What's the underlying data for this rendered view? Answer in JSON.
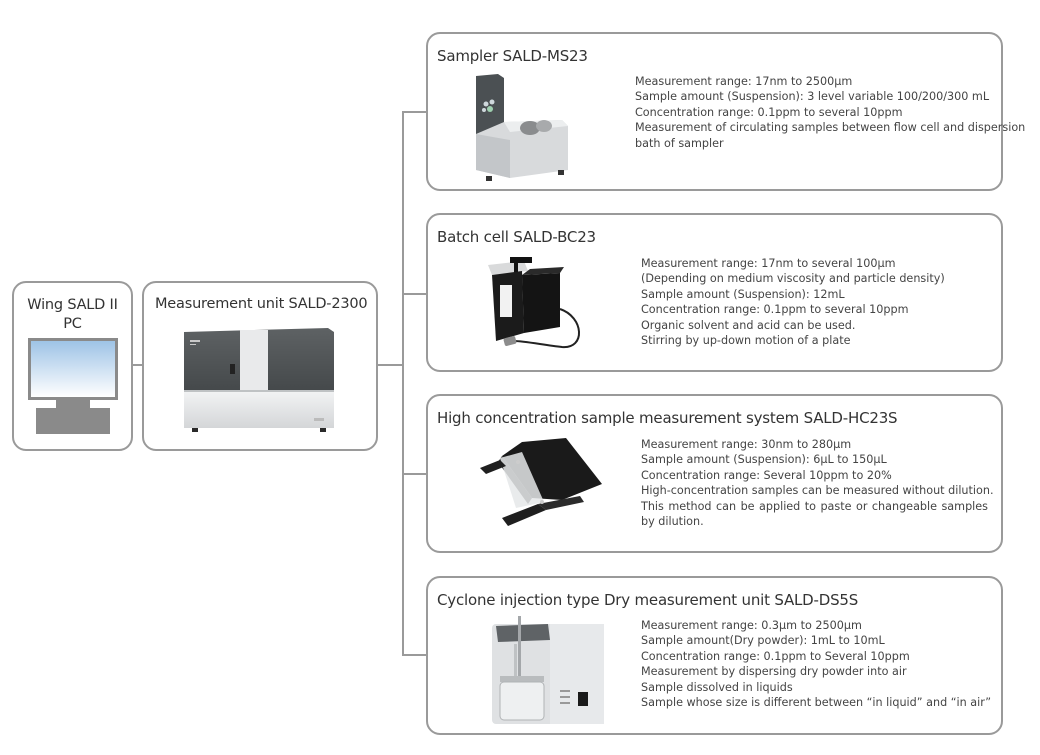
{
  "pc": {
    "title_line1": "Wing SALD II",
    "title_line2": "PC",
    "icon": "computer-monitor-icon"
  },
  "main_unit": {
    "title": "Measurement unit SALD-2300",
    "image": "laser-diffraction-analyzer-image"
  },
  "accessories": [
    {
      "title": "Sampler SALD-MS23",
      "image": "sampler-image",
      "specs": [
        "Measurement range: 17nm to 2500µm",
        "Sample amount (Suspension): 3 level variable 100/200/300 mL",
        "Concentration range: 0.1ppm to several 10ppm",
        "Measurement of circulating samples between flow cell and dispersion",
        "bath of sampler"
      ]
    },
    {
      "title": "Batch cell SALD-BC23",
      "image": "batch-cell-image",
      "specs": [
        "Measurement range: 17nm to several 100µm",
        "(Depending on medium viscosity and particle density)",
        "Sample amount (Suspension): 12mL",
        "Concentration range: 0.1ppm to several 10ppm",
        "Organic solvent and acid can be used.",
        "Stirring by up-down motion of a plate"
      ]
    },
    {
      "title": "High concentration sample measurement system SALD-HC23S",
      "image": "high-concentration-cell-image",
      "specs": [
        "Measurement range: 30nm to 280µm",
        "Sample amount (Suspension): 6µL to 150µL",
        "Concentration range: Several 10ppm to 20%",
        "High-concentration samples can be measured without dilution.",
        "This method can be applied to paste or changeable samples by dilution."
      ]
    },
    {
      "title": "Cyclone injection type Dry measurement unit SALD-DS5S",
      "image": "dry-measurement-unit-image",
      "specs": [
        "Measurement range: 0.3µm to 2500µm",
        "Sample amount(Dry powder): 1mL to 10mL",
        "Concentration range: 0.1ppm to Several 10ppm",
        "Measurement by dispersing dry powder into air",
        "Sample dissolved in liquids",
        "Sample whose size is different between “in liquid” and “in air”"
      ]
    }
  ],
  "colors": {
    "border": "#9a9a9a",
    "text": "#3a3a3a"
  }
}
